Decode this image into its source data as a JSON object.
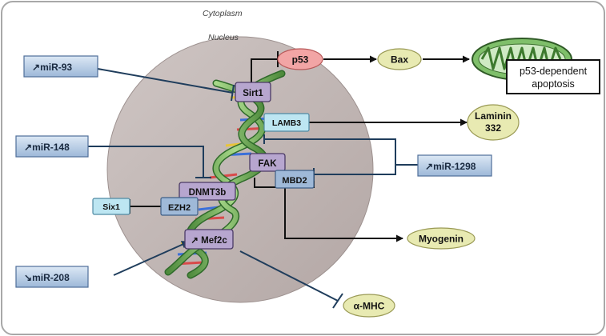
{
  "compartments": {
    "cytoplasm": "Cytoplasm",
    "nucleus": "Nucleus"
  },
  "mirnas": {
    "mir93": {
      "arrow": "↗",
      "name": "miR-93"
    },
    "mir148": {
      "arrow": "↗",
      "name": "miR-148"
    },
    "mir208": {
      "arrow": "↘",
      "name": "miR-208"
    },
    "mir1298": {
      "arrow": "↗",
      "name": "miR-1298"
    }
  },
  "proteins": {
    "sirt1": "Sirt1",
    "lamb3": "LAMB3",
    "fak": "FAK",
    "mbd2": "MBD2",
    "dnmt3b": "DNMT3b",
    "ezh2": "EZH2",
    "mef2c": "↗ Mef2c",
    "six1": "Six1"
  },
  "targets": {
    "p53": "p53",
    "bax": "Bax",
    "laminin_line1": "Laminin",
    "laminin_line2": "332",
    "myogenin": "Myogenin",
    "amhc": "α-MHC",
    "apoptosis_line1": "p53-dependent",
    "apoptosis_line2": "apoptosis"
  },
  "colors": {
    "frame": "#a8a8a8",
    "nucleus": "#c3b8b6",
    "mirna_box": "#bfd2e6",
    "mirna_border": "#4f6f99",
    "protein_box": "#b7a6cf",
    "lamb3_box": "#bde6f2",
    "mbd2_box": "#9fb9d8",
    "target_oval": "#e8eab2",
    "p53_oval": "#f2a5a5",
    "inhibit_line": "#1f3d5c",
    "mito": "#7fbf6a"
  }
}
